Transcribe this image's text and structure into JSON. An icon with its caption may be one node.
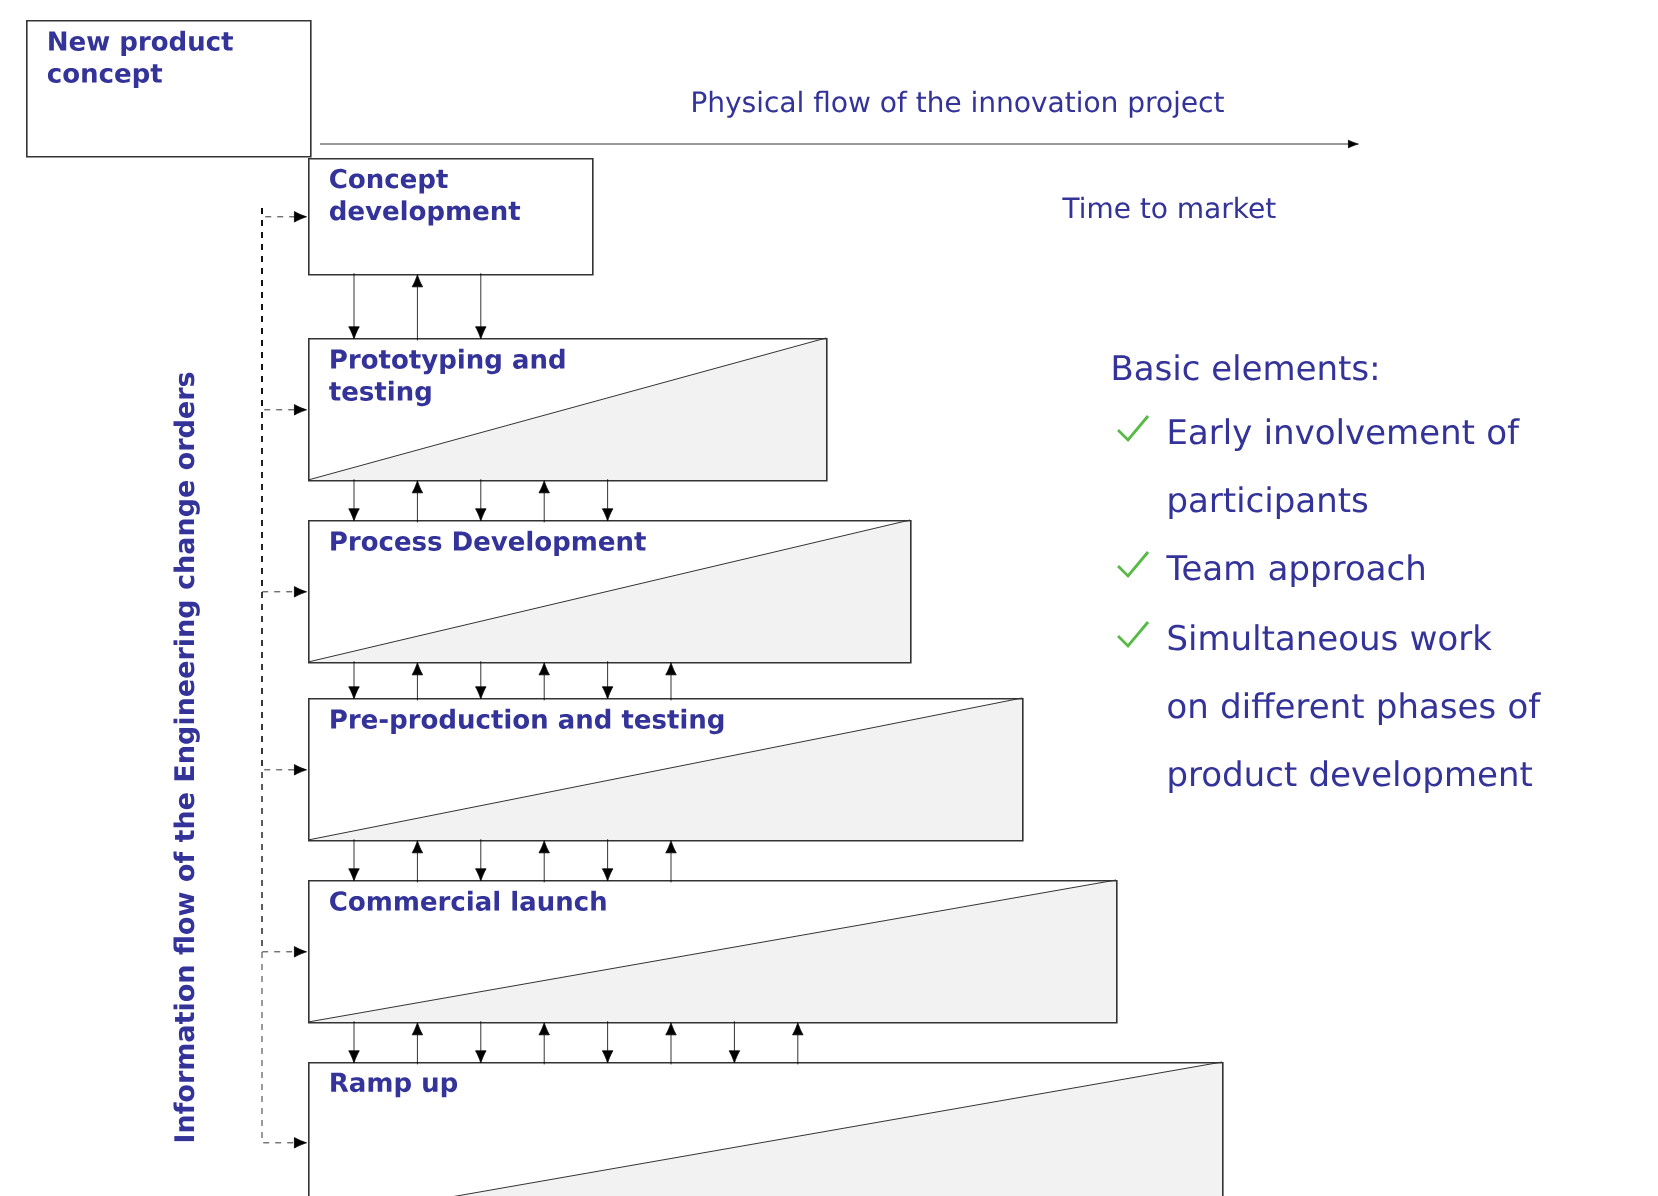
{
  "diagram": {
    "nodes": [
      {
        "text": [
          "New product concept"
        ]
      },
      {
        "text": [
          "Concept development"
        ]
      },
      {
        "text": [
          "Prototyping and testing"
        ]
      },
      {
        "text": [
          "Process Development"
        ]
      },
      {
        "text": [
          "Pre-production and testing"
        ]
      },
      {
        "text": [
          "Commercial launch"
        ]
      },
      {
        "text": [
          "Ramp up"
        ]
      }
    ],
    "edges": [
      {
        "from": 1,
        "to": 2,
        "arrow": "to"
      },
      {
        "from": 2,
        "to": 1,
        "arrow": "to"
      },
      {
        "from": 1,
        "to": 2,
        "arrow": "to"
      },
      {
        "from": 2,
        "to": 3,
        "arrow": "to"
      },
      {
        "from": 3,
        "to": 2,
        "arrow": "to"
      },
      {
        "from": 2,
        "to": 3,
        "arrow": "to"
      },
      {
        "from": 3,
        "to": 2,
        "arrow": "to"
      },
      {
        "from": 2,
        "to": 3,
        "arrow": "to"
      },
      {
        "from": 3,
        "to": 4,
        "arrow": "to"
      },
      {
        "from": 4,
        "to": 3,
        "arrow": "to"
      },
      {
        "from": 3,
        "to": 4,
        "arrow": "to"
      },
      {
        "from": 4,
        "to": 3,
        "arrow": "to"
      },
      {
        "from": 3,
        "to": 4,
        "arrow": "to"
      },
      {
        "from": 4,
        "to": 3,
        "arrow": "to"
      },
      {
        "from": 4,
        "to": 5,
        "arrow": "to"
      },
      {
        "from": 5,
        "to": 4,
        "arrow": "to"
      },
      {
        "from": 4,
        "to": 5,
        "arrow": "to"
      },
      {
        "from": 5,
        "to": 4,
        "arrow": "to"
      },
      {
        "from": 4,
        "to": 5,
        "arrow": "to"
      },
      {
        "from": 5,
        "to": 4,
        "arrow": "to"
      },
      {
        "from": 5,
        "to": 6,
        "arrow": "to"
      },
      {
        "from": 6,
        "to": 5,
        "arrow": "to"
      },
      {
        "from": 5,
        "to": 6,
        "arrow": "to"
      },
      {
        "from": 6,
        "to": 5,
        "arrow": "to"
      },
      {
        "from": 5,
        "to": 6,
        "arrow": "to"
      },
      {
        "from": 6,
        "to": 5,
        "arrow": "to"
      },
      {
        "from": 5,
        "to": 6,
        "arrow": "to"
      },
      {
        "from": 6,
        "to": 5,
        "arrow": "to"
      },
      {
        "from": null,
        "to": 1,
        "arrow": "to",
        "style": "dashed"
      },
      {
        "from": null,
        "to": 2,
        "arrow": "to",
        "style": "dashed"
      },
      {
        "from": null,
        "to": 3,
        "arrow": "to",
        "style": "dashed"
      },
      {
        "from": null,
        "to": 4,
        "arrow": "to",
        "style": "dashed"
      },
      {
        "from": null,
        "to": 5,
        "arrow": "to",
        "style": "dashed"
      },
      {
        "from": null,
        "to": 6,
        "arrow": "to",
        "style": "dashed"
      }
    ],
    "labels": [
      "Physical flow of the innovation project",
      "Time to market",
      "Information flow of the Engineering change orders",
      "Basic elements:",
      "Early involvement of participants",
      "Team approach",
      "Simultaneous work on different phases of product development"
    ]
  }
}
